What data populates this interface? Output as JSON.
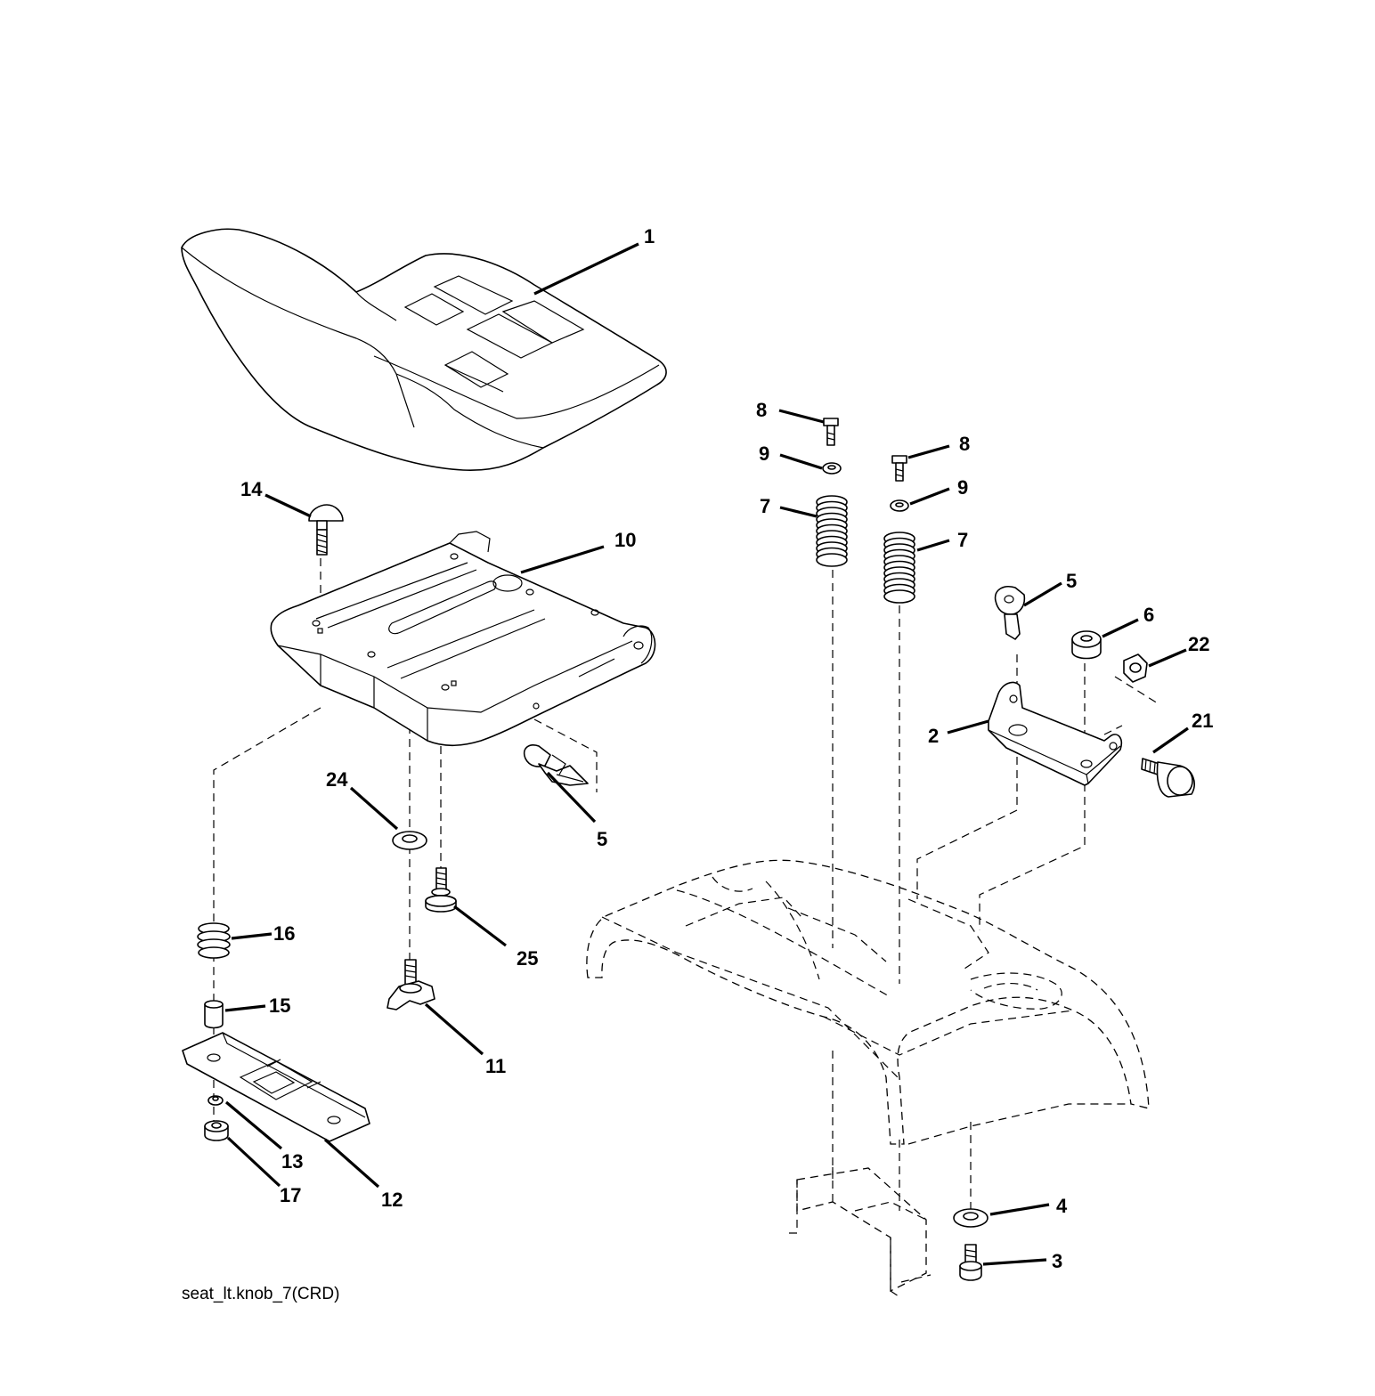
{
  "caption": "seat_lt.knob_7(CRD)",
  "parts": [
    {
      "id": "seat",
      "label": "1"
    },
    {
      "id": "bracket-right",
      "label": "2"
    },
    {
      "id": "bolt-bottom",
      "label": "3"
    },
    {
      "id": "washer-bottom",
      "label": "4"
    },
    {
      "id": "clip-left",
      "label": "5"
    },
    {
      "id": "clip-right",
      "label": "5"
    },
    {
      "id": "nut-6",
      "label": "6"
    },
    {
      "id": "spring-left",
      "label": "7"
    },
    {
      "id": "spring-right",
      "label": "7"
    },
    {
      "id": "bolt-8-left",
      "label": "8"
    },
    {
      "id": "bolt-8-right",
      "label": "8"
    },
    {
      "id": "washer-9-left",
      "label": "9"
    },
    {
      "id": "washer-9-right",
      "label": "9"
    },
    {
      "id": "seat-pan",
      "label": "10"
    },
    {
      "id": "knob",
      "label": "11"
    },
    {
      "id": "slide-plate",
      "label": "12"
    },
    {
      "id": "nut-13",
      "label": "13"
    },
    {
      "id": "carriage-bolt",
      "label": "14"
    },
    {
      "id": "spacer-15",
      "label": "15"
    },
    {
      "id": "spring-16",
      "label": "16"
    },
    {
      "id": "nut-17",
      "label": "17"
    },
    {
      "id": "bolt-21",
      "label": "21"
    },
    {
      "id": "nut-22",
      "label": "22"
    },
    {
      "id": "washer-24",
      "label": "24"
    },
    {
      "id": "shoulder-bolt-25",
      "label": "25"
    }
  ]
}
